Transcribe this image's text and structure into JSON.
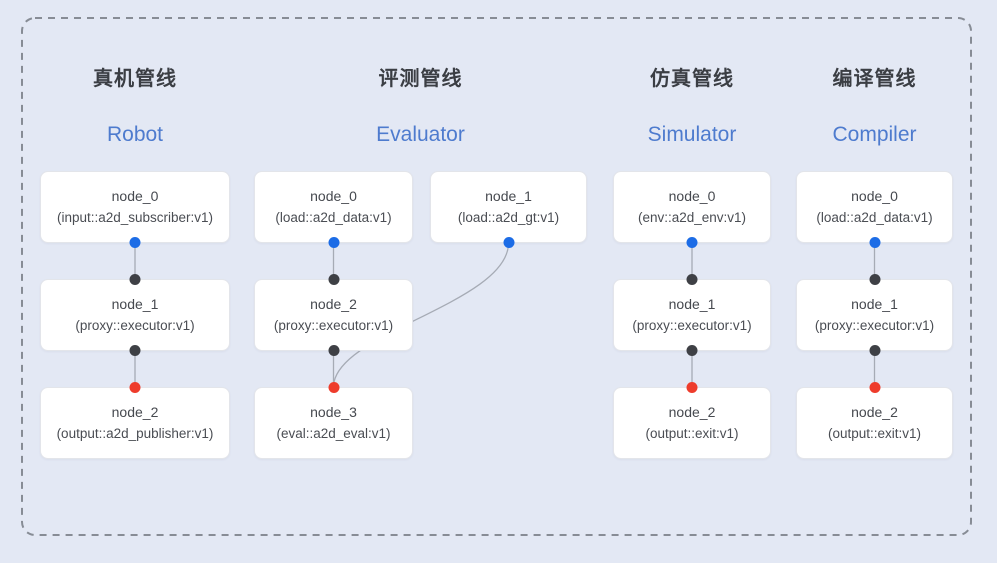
{
  "canvas": {
    "background_color": "#e3e8f4",
    "dashed_border_color": "#878c95",
    "edge_line_color": "#a6abb5"
  },
  "palette": {
    "source_output_port": "#1c6ce6",
    "intermediate_port": "#3e4045",
    "terminal_input_port": "#ee3c2c",
    "english_title_blue": "#4e7bce",
    "chinese_title_gray": "#3b3e44",
    "node_text_gray": "#46494f"
  },
  "pipelines": [
    {
      "id": "robot",
      "title_zh": "真机管线",
      "title_en": "Robot",
      "nodes": [
        {
          "name": "node_0",
          "impl": "(input::a2d_subscriber:v1)"
        },
        {
          "name": "node_1",
          "impl": "(proxy::executor:v1)"
        },
        {
          "name": "node_2",
          "impl": "(output::a2d_publisher:v1)"
        }
      ]
    },
    {
      "id": "evaluator",
      "title_zh": "评测管线",
      "title_en": "Evaluator",
      "nodes": [
        {
          "name": "node_0",
          "impl": "(load::a2d_data:v1)"
        },
        {
          "name": "node_1",
          "impl": "(load::a2d_gt:v1)"
        },
        {
          "name": "node_2",
          "impl": "(proxy::executor:v1)"
        },
        {
          "name": "node_3",
          "impl": "(eval::a2d_eval:v1)"
        }
      ]
    },
    {
      "id": "simulator",
      "title_zh": "仿真管线",
      "title_en": "Simulator",
      "nodes": [
        {
          "name": "node_0",
          "impl": "(env::a2d_env:v1)"
        },
        {
          "name": "node_1",
          "impl": "(proxy::executor:v1)"
        },
        {
          "name": "node_2",
          "impl": "(output::exit:v1)"
        }
      ]
    },
    {
      "id": "compiler",
      "title_zh": "编译管线",
      "title_en": "Compiler",
      "nodes": [
        {
          "name": "node_0",
          "impl": "(load::a2d_data:v1)"
        },
        {
          "name": "node_1",
          "impl": "(proxy::executor:v1)"
        },
        {
          "name": "node_2",
          "impl": "(output::exit:v1)"
        }
      ]
    }
  ]
}
